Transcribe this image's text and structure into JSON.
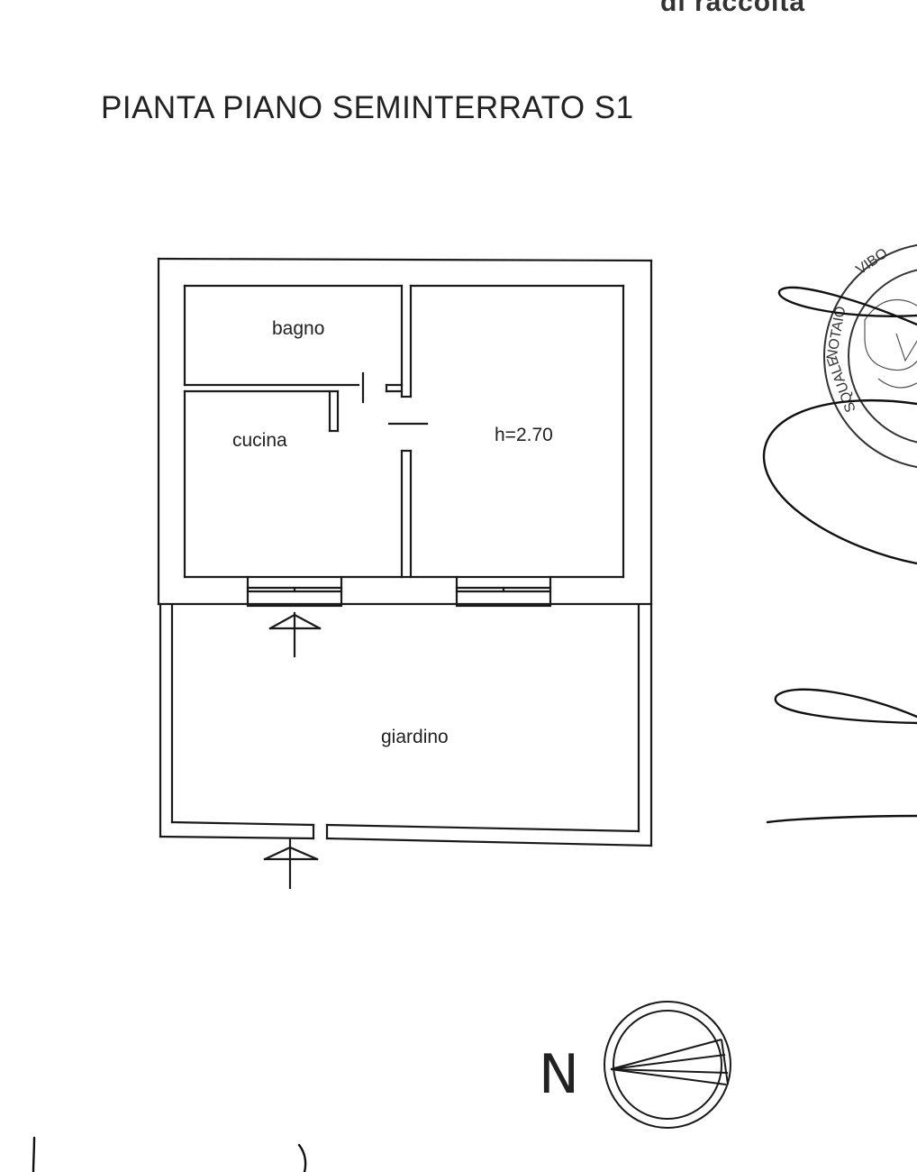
{
  "header_fragment": "di raccolta",
  "title": "PIANTA PIANO SEMINTERRATO S1",
  "rooms": {
    "bagno": "bagno",
    "cucina": "cucina",
    "height_note": "h=2.70",
    "giardino": "giardino"
  },
  "north_label": "N",
  "stamp": {
    "text": "NOTAIO IN VIBO ... PASQUALE",
    "visible_fragments": [
      "VIBO",
      "NOTAIO",
      "IN",
      "SQUALE"
    ]
  },
  "colors": {
    "ink": "#1a1a1a",
    "paper": "#ffffff"
  }
}
